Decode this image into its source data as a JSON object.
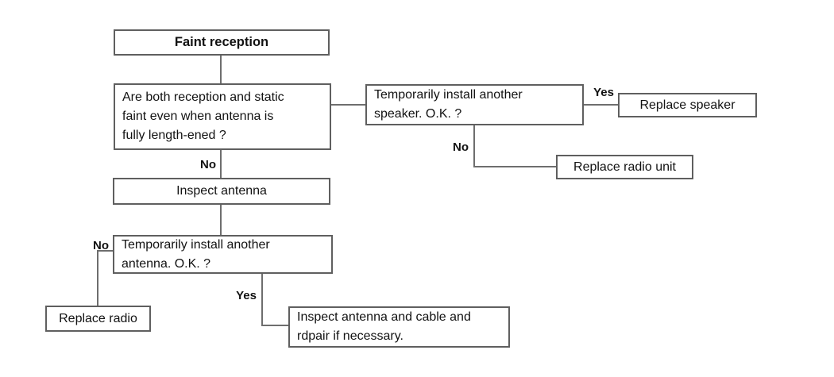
{
  "theme": {
    "background": "#ffffff",
    "box_border_color": "#5f5f5f",
    "line_color": "#6e6e6e",
    "text_color": "#121212"
  },
  "flowchart": {
    "nodes": {
      "faint_reception": "Faint reception",
      "question_reception_static": "Are both reception and static\nfaint even when antenna is\nfully length-ened ?",
      "temp_speaker": "Temporarily install another\nspeaker. O.K. ?",
      "replace_speaker": "Replace speaker",
      "replace_radio_unit": "Replace radio unit",
      "inspect_antenna": "Inspect antenna",
      "temp_antenna": "Temporarily install another\nantenna. O.K. ?",
      "replace_radio": "Replace radio",
      "inspect_antenna_cable": "Inspect antenna and cable and\nrdpair if necessary."
    },
    "edge_labels": {
      "speaker_yes": "Yes",
      "speaker_no": "No",
      "reception_no": "No",
      "antenna_no": "No",
      "antenna_yes": "Yes"
    }
  }
}
